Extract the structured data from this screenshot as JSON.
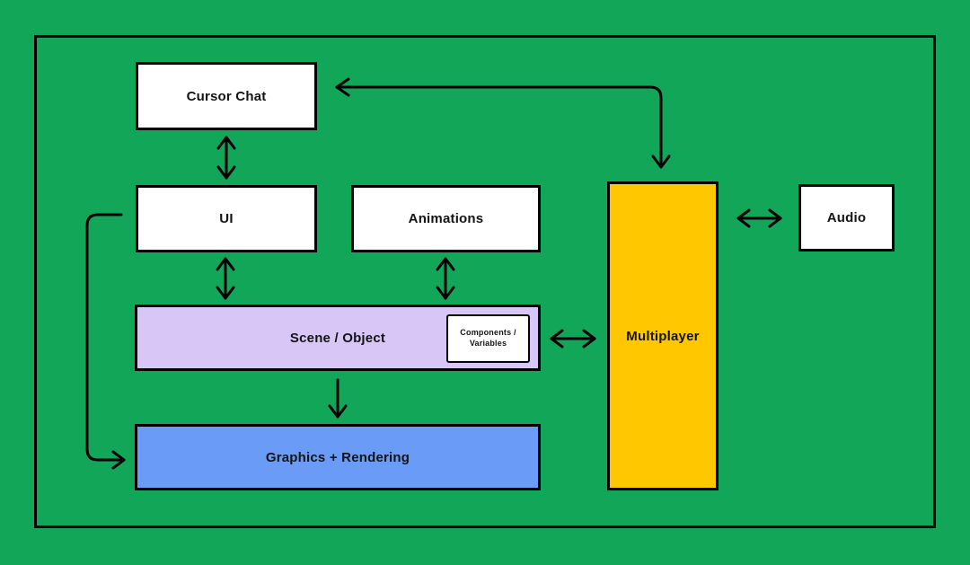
{
  "diagram": {
    "background": "#12A659",
    "frame_border": "#000000",
    "line_color": "#000000",
    "nodes": {
      "cursor_chat": {
        "label": "Cursor Chat",
        "fill": "#FFFFFF"
      },
      "ui": {
        "label": "UI",
        "fill": "#FFFFFF"
      },
      "animations": {
        "label": "Animations",
        "fill": "#FFFFFF"
      },
      "audio": {
        "label": "Audio",
        "fill": "#FFFFFF"
      },
      "multiplayer": {
        "label": "Multiplayer",
        "fill": "#FFC700"
      },
      "scene_object": {
        "label": "Scene / Object",
        "fill": "#D8C6F6"
      },
      "components_variables": {
        "label": "Components / Variables",
        "fill": "#FFFFFF"
      },
      "graphics_rendering": {
        "label": "Graphics + Rendering",
        "fill": "#699BF7"
      }
    },
    "edges": [
      {
        "from": "cursor_chat",
        "to": "ui",
        "direction": "both"
      },
      {
        "from": "ui",
        "to": "scene_object",
        "direction": "both"
      },
      {
        "from": "animations",
        "to": "scene_object",
        "direction": "both"
      },
      {
        "from": "scene_object",
        "to": "graphics_rendering",
        "direction": "down"
      },
      {
        "from": "scene_object",
        "to": "multiplayer",
        "direction": "both"
      },
      {
        "from": "multiplayer",
        "to": "audio",
        "direction": "both"
      },
      {
        "from": "multiplayer",
        "to": "cursor_chat",
        "direction": "both"
      },
      {
        "from": "ui",
        "to": "graphics_rendering",
        "direction": "down"
      }
    ]
  }
}
